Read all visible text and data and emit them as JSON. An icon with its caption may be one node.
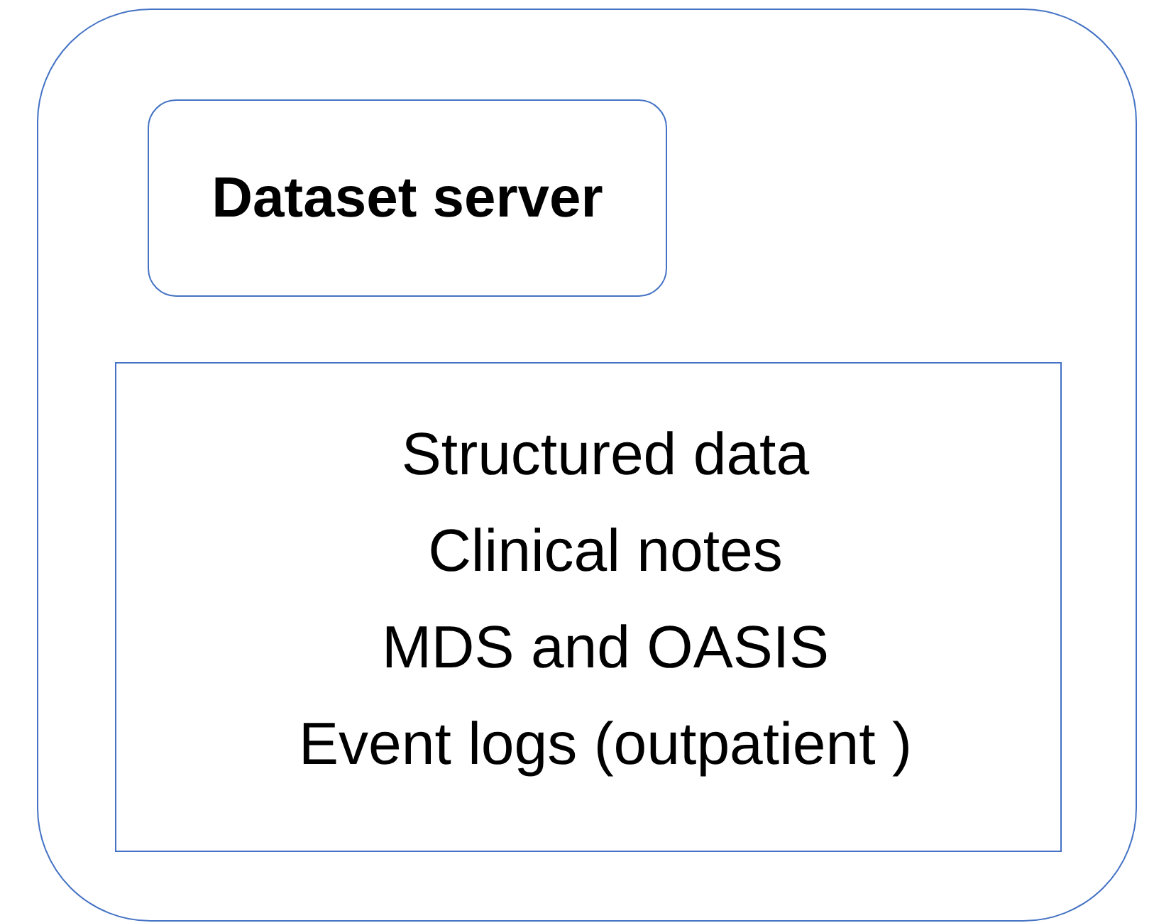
{
  "diagram": {
    "nodes": [
      {
        "text": [],
        "shape": "box"
      },
      {
        "text": [
          "Dataset server"
        ],
        "in": 0
      },
      {
        "text": [
          "Structured data",
          "Clinical notes",
          "MDS and OASIS",
          "Event logs (outpatient )"
        ],
        "in": 0
      }
    ]
  }
}
